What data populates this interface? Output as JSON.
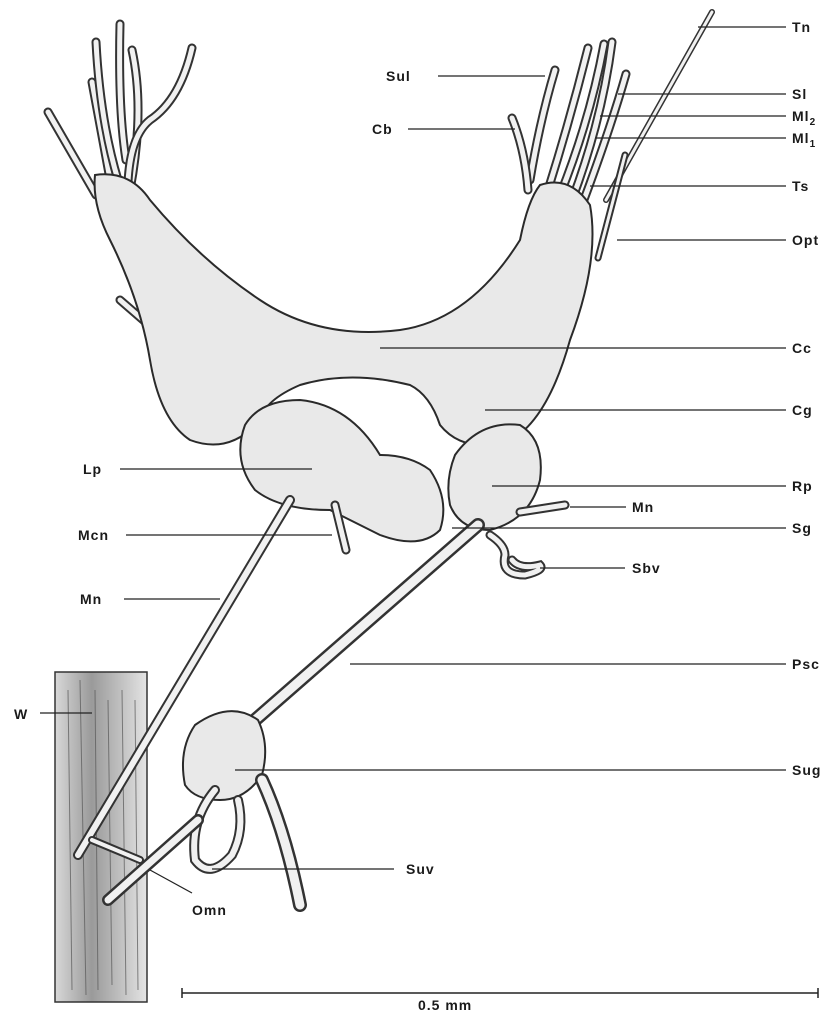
{
  "labels": {
    "tn": "Tn",
    "sul": "Sul",
    "sl": "Sl",
    "ml2_base": "Ml",
    "ml2_sub": "2",
    "cb": "Cb",
    "ml1_base": "Ml",
    "ml1_sub": "1",
    "ts": "Ts",
    "opt": "Opt",
    "cc": "Cc",
    "cg": "Cg",
    "lp": "Lp",
    "rp": "Rp",
    "mn_right": "Mn",
    "mcn": "Mcn",
    "sg": "Sg",
    "sbv": "Sbv",
    "mn_left": "Mn",
    "psc": "Psc",
    "w": "W",
    "sug": "Sug",
    "suv": "Suv",
    "omn": "Omn"
  },
  "scale_bar": {
    "label": "0.5 mm"
  }
}
